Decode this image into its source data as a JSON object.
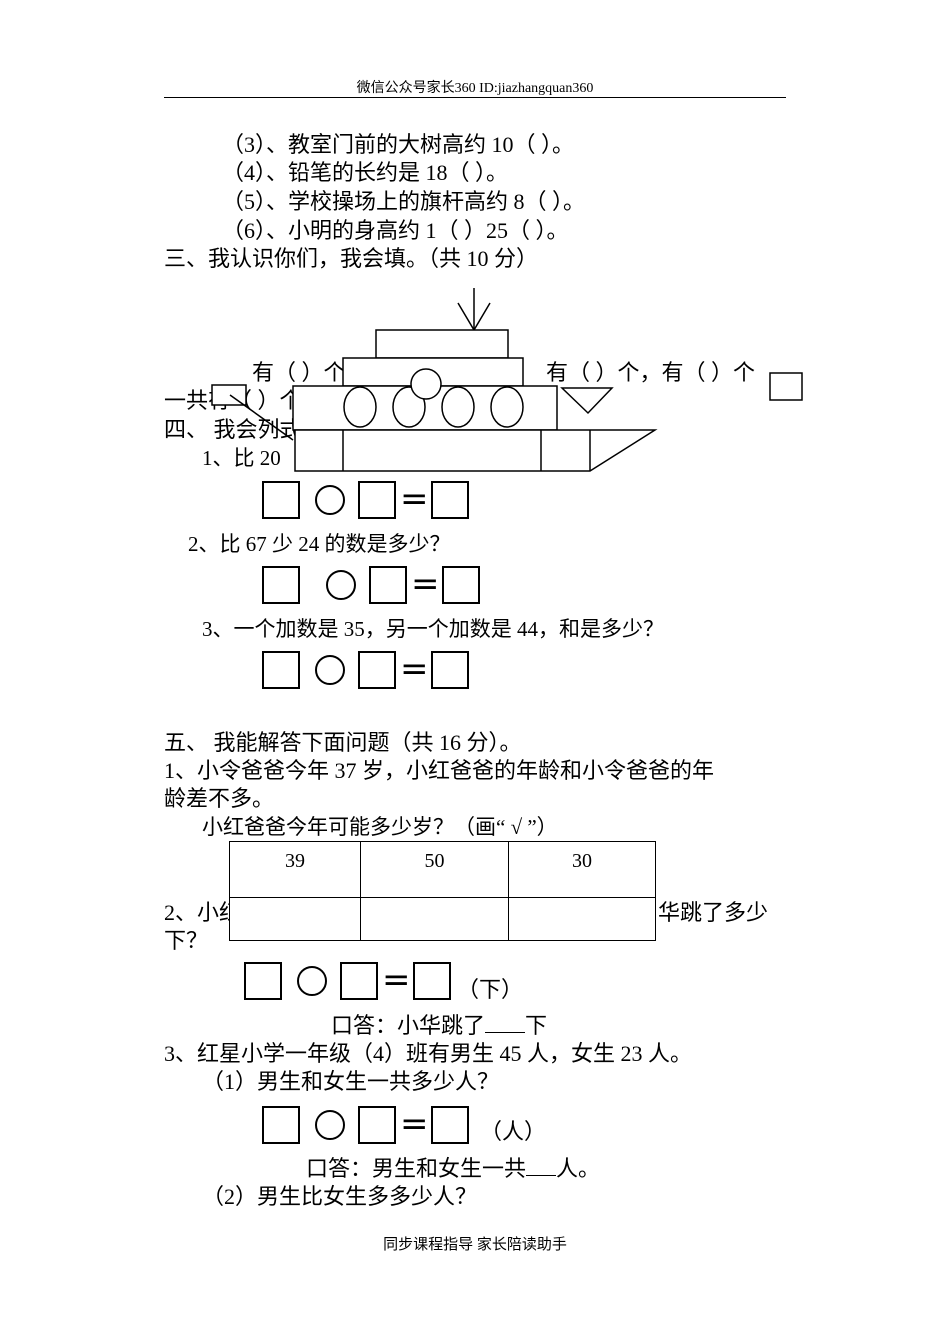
{
  "header": {
    "text": "微信公众号家长360 ID:jiazhangquan360"
  },
  "footer": {
    "text": "同步课程指导 家长陪读助手"
  },
  "section2": {
    "q3": "（3）、教室门前的大树高约 10（    ）。",
    "q4": "（4）、铅笔的长约是 18（    ）。",
    "q5": "（5）、学校操场上的旗杆高约 8（    ）。",
    "q6": "（6）、小明的身高约 1（    ）25（    ）。"
  },
  "section3": {
    "title": "三、我认识你们，我会填。（共 10 分）",
    "count_left": "有（    ）个",
    "count_right": "有（ ）个，有（ ）个",
    "total": "一共有（    ）个"
  },
  "section4": {
    "title": "四、  我会列式计算",
    "q1": "1、比 20",
    "q2": "2、比 67 少 24 的数是多少？",
    "q3": "3、一个加数是 35，另一个加数是 44，和是多少？",
    "equals": "="
  },
  "section5": {
    "title": "五、  我能解答下面问题（共 16 分）。",
    "q1_line1": "1、小令爸爸今年 37 岁，小红爸爸的年龄和小令爸爸的年",
    "q1_line2": "龄差不多。",
    "q1_question": "小红爸爸今年可能多少岁？（画“ √ ”）",
    "choices": [
      "39",
      "50",
      "30"
    ],
    "q2_left": "2、小红",
    "q2_right": "华跳了多少",
    "q2_line2": "下？",
    "q2_unit": "（下）",
    "q2_answer_prefix": "口答：小华跳了",
    "q2_answer_suffix": "下",
    "q3_title": "3、红星小学一年级（4）班有男生 45 人，女生 23 人。",
    "q3_sub1": "（1）男生和女生一共多少人？",
    "q3_unit": "（人）",
    "q3_answer_prefix": "口答：男生和女生一共",
    "q3_answer_suffix": "人。",
    "q3_sub2": "（2）男生比女生多多少人？"
  }
}
